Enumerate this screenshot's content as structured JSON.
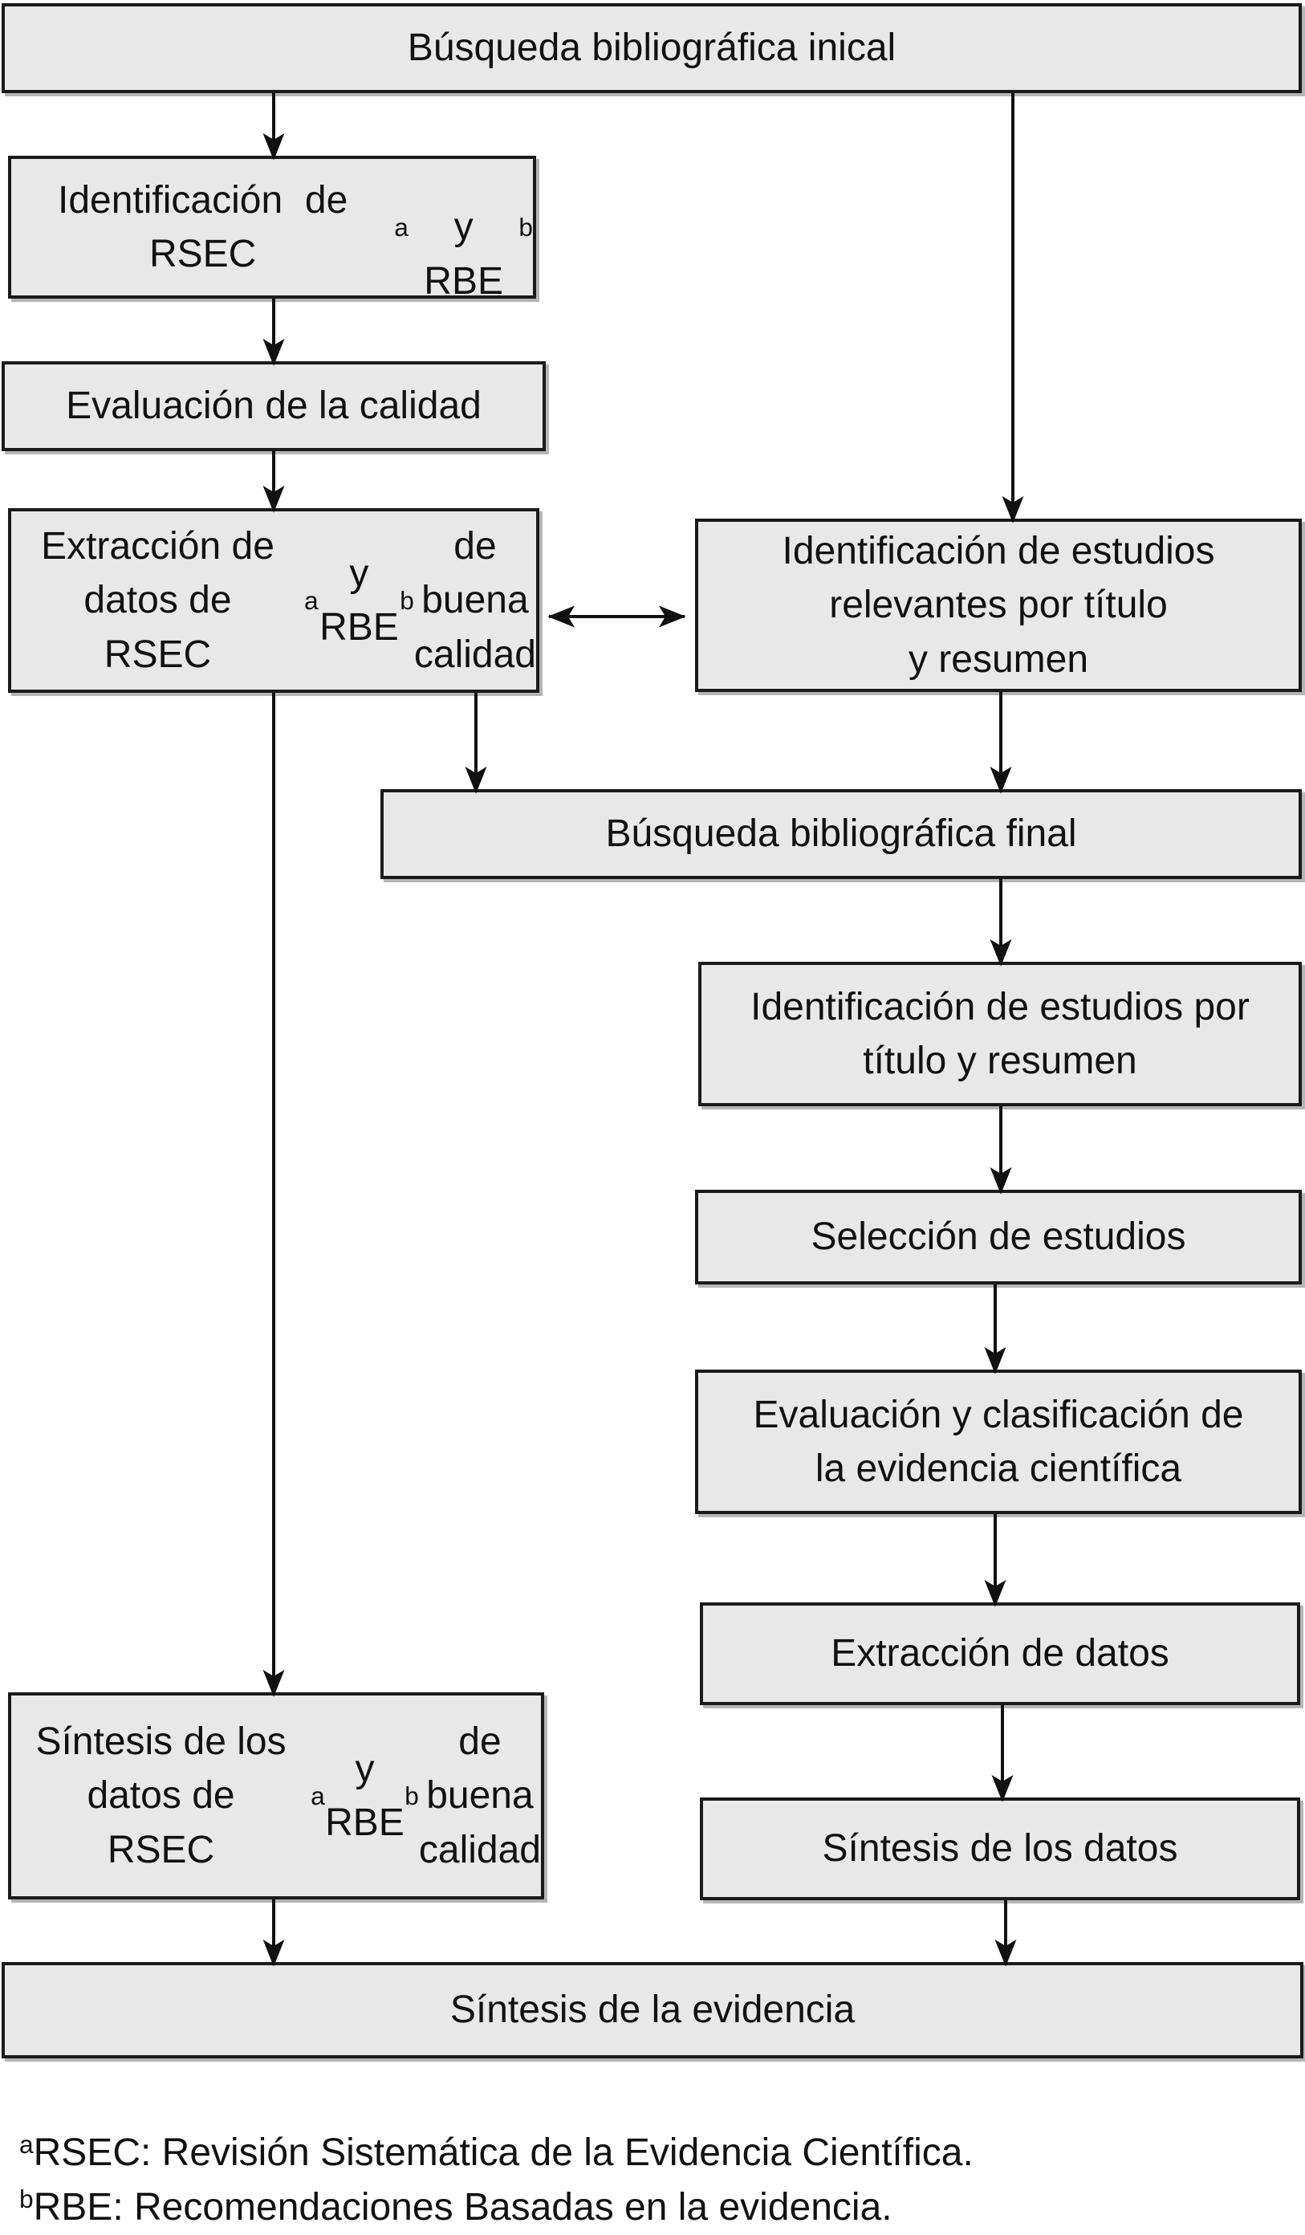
{
  "diagram_type": "flowchart",
  "language": "es",
  "colors": {
    "background": "#ffffff",
    "node_fill": "#e8e8e8",
    "node_border": "#1a1a1a",
    "connector": "#111111",
    "text": "#111111"
  },
  "nodes": {
    "busqueda_inicial": {
      "text": "Búsqueda bibliográfica inical"
    },
    "identificacion_rsec_rbe": {
      "segments": [
        {
          "t": "Identificación  de  RSEC"
        },
        {
          "t": "a",
          "sup": true
        },
        {
          "t": "\ny RBE"
        },
        {
          "t": "b",
          "sup": true
        }
      ]
    },
    "evaluacion_calidad": {
      "text": "Evaluación de la calidad"
    },
    "extraccion_datos_rsec_rbe": {
      "segments": [
        {
          "t": "Extracción de datos de\nRSEC"
        },
        {
          "t": "a",
          "sup": true
        },
        {
          "t": " y RBE"
        },
        {
          "t": "b",
          "sup": true
        },
        {
          "t": " de buena\ncalidad"
        }
      ]
    },
    "identificacion_estudios_relevantes": {
      "text": "Identificación de estudios\nrelevantes por título\ny resumen"
    },
    "busqueda_final": {
      "text": "Búsqueda bibliográfica  final"
    },
    "identificacion_estudios_titulo": {
      "text": "Identificación de estudios por\ntítulo y resumen"
    },
    "seleccion_estudios": {
      "text": "Selección de estudios"
    },
    "evaluacion_clasificacion": {
      "text": "Evaluación y clasificación de\nla evidencia científica"
    },
    "extraccion_datos": {
      "text": "Extracción de datos"
    },
    "sintesis_datos_rsec_rbe": {
      "segments": [
        {
          "t": "Síntesis de los datos de\nRSEC"
        },
        {
          "t": "a",
          "sup": true
        },
        {
          "t": " y RBE"
        },
        {
          "t": "b",
          "sup": true
        },
        {
          "t": " de buena\ncalidad"
        }
      ]
    },
    "sintesis_datos": {
      "text": "Síntesis de los datos"
    },
    "sintesis_evidencia": {
      "text": "Síntesis de la evidencia"
    }
  },
  "edges": [
    {
      "from": "busqueda_inicial",
      "to": "identificacion_rsec_rbe",
      "style": "arrow"
    },
    {
      "from": "busqueda_inicial",
      "to": "identificacion_estudios_relevantes",
      "style": "arrow"
    },
    {
      "from": "identificacion_rsec_rbe",
      "to": "evaluacion_calidad",
      "style": "arrow"
    },
    {
      "from": "evaluacion_calidad",
      "to": "extraccion_datos_rsec_rbe",
      "style": "arrow"
    },
    {
      "from": "extraccion_datos_rsec_rbe",
      "to": "identificacion_estudios_relevantes",
      "style": "double-arrow"
    },
    {
      "from": "extraccion_datos_rsec_rbe",
      "to": "busqueda_final",
      "style": "arrow"
    },
    {
      "from": "extraccion_datos_rsec_rbe",
      "to": "sintesis_datos_rsec_rbe",
      "style": "arrow"
    },
    {
      "from": "identificacion_estudios_relevantes",
      "to": "busqueda_final",
      "style": "arrow"
    },
    {
      "from": "busqueda_final",
      "to": "identificacion_estudios_titulo",
      "style": "arrow"
    },
    {
      "from": "identificacion_estudios_titulo",
      "to": "seleccion_estudios",
      "style": "arrow"
    },
    {
      "from": "seleccion_estudios",
      "to": "evaluacion_clasificacion",
      "style": "arrow"
    },
    {
      "from": "evaluacion_clasificacion",
      "to": "extraccion_datos",
      "style": "arrow"
    },
    {
      "from": "extraccion_datos",
      "to": "sintesis_datos",
      "style": "arrow"
    },
    {
      "from": "sintesis_datos_rsec_rbe",
      "to": "sintesis_evidencia",
      "style": "arrow"
    },
    {
      "from": "sintesis_datos",
      "to": "sintesis_evidencia",
      "style": "arrow"
    }
  ],
  "footnotes": [
    {
      "segments": [
        {
          "t": "a",
          "sup": true
        },
        {
          "t": "RSEC: Revisión Sistemática de la Evidencia Científica."
        }
      ]
    },
    {
      "segments": [
        {
          "t": "b",
          "sup": true
        },
        {
          "t": "RBE: Recomendaciones Basadas en la evidencia."
        }
      ]
    }
  ]
}
